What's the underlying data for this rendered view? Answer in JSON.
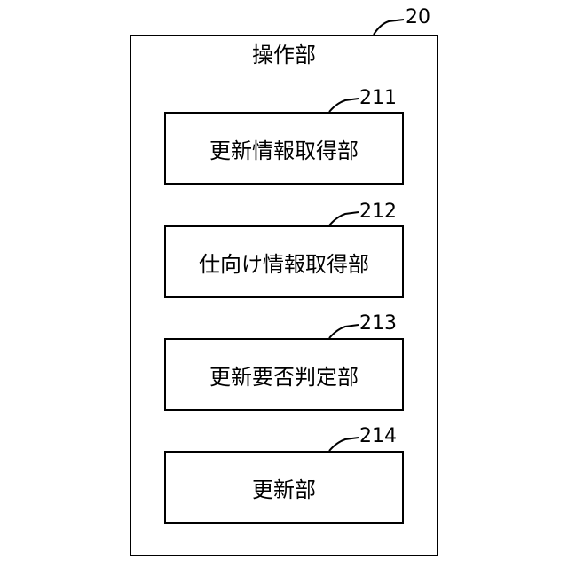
{
  "diagram": {
    "outer": {
      "ref": "20",
      "title": "操作部"
    },
    "blocks": [
      {
        "ref": "211",
        "label": "更新情報取得部"
      },
      {
        "ref": "212",
        "label": "仕向け情報取得部"
      },
      {
        "ref": "213",
        "label": "更新要否判定部"
      },
      {
        "ref": "214",
        "label": "更新部"
      }
    ]
  }
}
